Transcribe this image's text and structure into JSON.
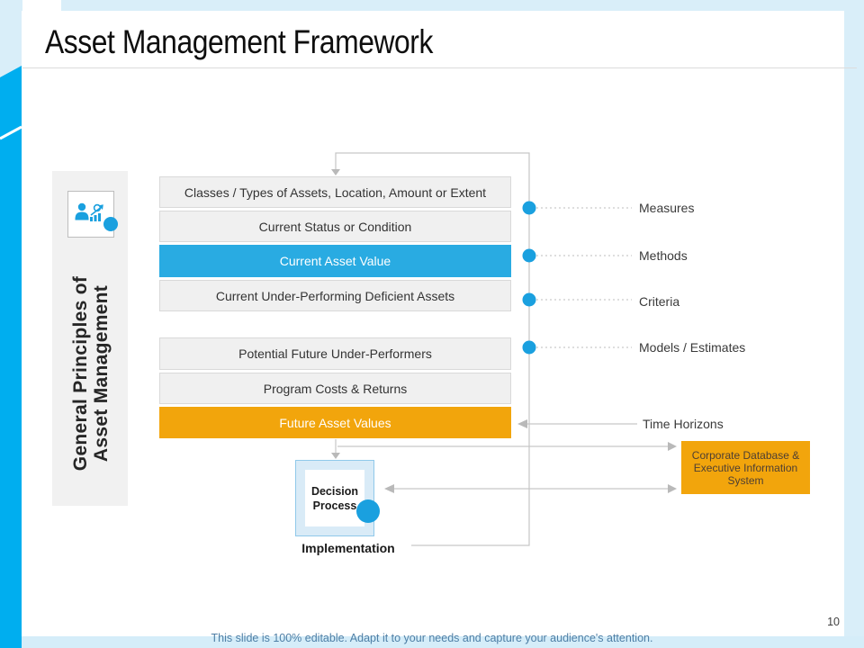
{
  "slide": {
    "title": "Asset Management Framework",
    "page_number": "10",
    "footer_note": "This slide is 100% editable. Adapt it to your needs and capture your audience's attention."
  },
  "sidebar": {
    "line1": "General Principles of",
    "line2": "Asset Management",
    "icon": "people-growth-chart-icon"
  },
  "flow": {
    "boxes": [
      {
        "label": "Classes / Types of Assets, Location, Amount or Extent",
        "variant": "gray"
      },
      {
        "label": "Current Status or Condition",
        "variant": "gray"
      },
      {
        "label": "Current Asset Value",
        "variant": "blue"
      },
      {
        "label": "Current Under-Performing Deficient Assets",
        "variant": "gray"
      },
      {
        "label": "Potential Future Under-Performers",
        "variant": "gray"
      },
      {
        "label": "Program Costs & Returns",
        "variant": "gray"
      },
      {
        "label": "Future Asset Values",
        "variant": "orange"
      }
    ],
    "decision_label": "Decision Process",
    "implementation_label": "Implementation",
    "database_label": "Corporate Database &\nExecutive Information\nSystem"
  },
  "annotations": {
    "labels": [
      "Measures",
      "Methods",
      "Criteria",
      "Models / Estimates",
      "Time Horizons"
    ]
  },
  "colors": {
    "accent_blue": "#29abe2",
    "strip_blue": "#00aeef",
    "frame_light_blue": "#d9eef9",
    "orange": "#f2a50c",
    "box_gray": "#f0f0f0",
    "connector_gray": "#c6c6c6"
  }
}
